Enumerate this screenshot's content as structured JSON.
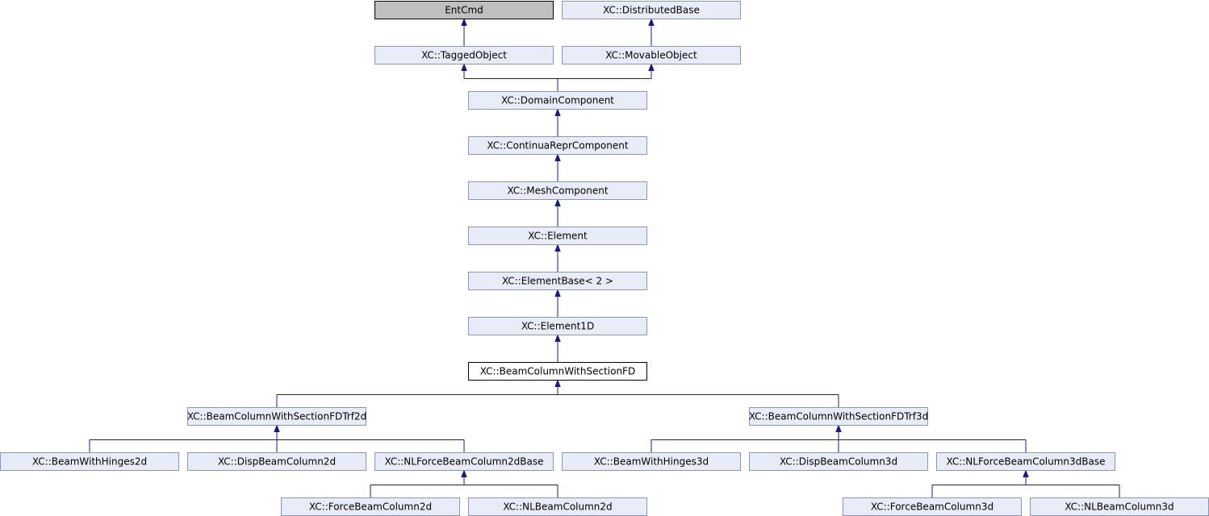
{
  "diagram": {
    "nodes": [
      {
        "id": "entcmd",
        "label": "EntCmd",
        "style": "dark"
      },
      {
        "id": "distbase",
        "label": "XC::DistributedBase",
        "style": "normal"
      },
      {
        "id": "tagged",
        "label": "XC::TaggedObject",
        "style": "normal"
      },
      {
        "id": "movable",
        "label": "XC::MovableObject",
        "style": "normal"
      },
      {
        "id": "domcomp",
        "label": "XC::DomainComponent",
        "style": "normal"
      },
      {
        "id": "contrepr",
        "label": "XC::ContinuaReprComponent",
        "style": "normal"
      },
      {
        "id": "meshcomp",
        "label": "XC::MeshComponent",
        "style": "normal"
      },
      {
        "id": "element",
        "label": "XC::Element",
        "style": "normal"
      },
      {
        "id": "elembase",
        "label": "XC::ElementBase< 2 >",
        "style": "normal"
      },
      {
        "id": "elem1d",
        "label": "XC::Element1D",
        "style": "normal"
      },
      {
        "id": "bcwsfd",
        "label": "XC::BeamColumnWithSectionFD",
        "style": "current"
      },
      {
        "id": "trf2d",
        "label": "XC::BeamColumnWithSectionFDTrf2d",
        "style": "normal"
      },
      {
        "id": "trf3d",
        "label": "XC::BeamColumnWithSectionFDTrf3d",
        "style": "normal"
      },
      {
        "id": "hinges2d",
        "label": "XC::BeamWithHinges2d",
        "style": "normal"
      },
      {
        "id": "disp2d",
        "label": "XC::DispBeamColumn2d",
        "style": "normal"
      },
      {
        "id": "nlf2dbase",
        "label": "XC::NLForceBeamColumn2dBase",
        "style": "normal"
      },
      {
        "id": "hinges3d",
        "label": "XC::BeamWithHinges3d",
        "style": "normal"
      },
      {
        "id": "disp3d",
        "label": "XC::DispBeamColumn3d",
        "style": "normal"
      },
      {
        "id": "nlf3dbase",
        "label": "XC::NLForceBeamColumn3dBase",
        "style": "normal"
      },
      {
        "id": "force2d",
        "label": "XC::ForceBeamColumn2d",
        "style": "normal"
      },
      {
        "id": "nlbeam2d",
        "label": "XC::NLBeamColumn2d",
        "style": "normal"
      },
      {
        "id": "force3d",
        "label": "XC::ForceBeamColumn3d",
        "style": "normal"
      },
      {
        "id": "nlbeam3d",
        "label": "XC::NLBeamColumn3d",
        "style": "normal"
      }
    ],
    "edges": [
      {
        "from": "tagged",
        "to": "entcmd"
      },
      {
        "from": "movable",
        "to": "distbase"
      },
      {
        "from": "domcomp",
        "to": "tagged"
      },
      {
        "from": "domcomp",
        "to": "movable"
      },
      {
        "from": "contrepr",
        "to": "domcomp"
      },
      {
        "from": "meshcomp",
        "to": "contrepr"
      },
      {
        "from": "element",
        "to": "meshcomp"
      },
      {
        "from": "elembase",
        "to": "element"
      },
      {
        "from": "elem1d",
        "to": "elembase"
      },
      {
        "from": "bcwsfd",
        "to": "elem1d"
      },
      {
        "from": "trf2d",
        "to": "bcwsfd"
      },
      {
        "from": "trf3d",
        "to": "bcwsfd"
      },
      {
        "from": "hinges2d",
        "to": "trf2d"
      },
      {
        "from": "disp2d",
        "to": "trf2d"
      },
      {
        "from": "nlf2dbase",
        "to": "trf2d"
      },
      {
        "from": "hinges3d",
        "to": "trf3d"
      },
      {
        "from": "disp3d",
        "to": "trf3d"
      },
      {
        "from": "nlf3dbase",
        "to": "trf3d"
      },
      {
        "from": "force2d",
        "to": "nlf2dbase"
      },
      {
        "from": "nlbeam2d",
        "to": "nlf2dbase"
      },
      {
        "from": "force3d",
        "to": "nlf3dbase"
      },
      {
        "from": "nlbeam3d",
        "to": "nlf3dbase"
      }
    ]
  }
}
